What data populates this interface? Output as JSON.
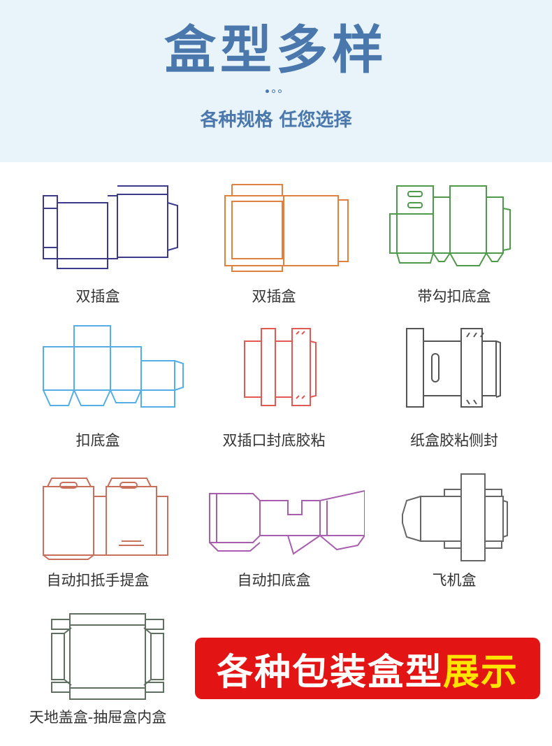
{
  "header": {
    "title": "盒型多样",
    "subtitle": "各种规格 任您选择"
  },
  "boxes": [
    {
      "label": "双插盒",
      "icon": "double-tuck-box-dieline-icon",
      "color": "#3d3a8c"
    },
    {
      "label": "双插盒",
      "icon": "double-tuck-box-dieline-icon",
      "color": "#e0813f"
    },
    {
      "label": "带勾扣底盒",
      "icon": "hook-lock-bottom-box-dieline-icon",
      "color": "#4f9a4a"
    },
    {
      "label": "扣底盒",
      "icon": "lock-bottom-box-dieline-icon",
      "color": "#55aee6"
    },
    {
      "label": "双插口封底胶粘",
      "icon": "glued-bottom-box-dieline-icon",
      "color": "#e05a52"
    },
    {
      "label": "纸盒胶粘侧封",
      "icon": "glued-side-box-dieline-icon",
      "color": "#555555"
    },
    {
      "label": "自动扣抵手提盒",
      "icon": "handle-box-dieline-icon",
      "color": "#c8705a"
    },
    {
      "label": "自动扣底盒",
      "icon": "auto-lock-bottom-box-dieline-icon",
      "color": "#a75fad"
    },
    {
      "label": "飞机盒",
      "icon": "mailer-box-dieline-icon",
      "color": "#666666"
    },
    {
      "label": "天地盖盒-抽屉盒内盒",
      "icon": "lid-base-box-dieline-icon",
      "color": "#5f6f60"
    }
  ],
  "banner": {
    "text_white": "各种包装盒型",
    "text_yellow": "展示",
    "bg_color": "#e31414"
  }
}
